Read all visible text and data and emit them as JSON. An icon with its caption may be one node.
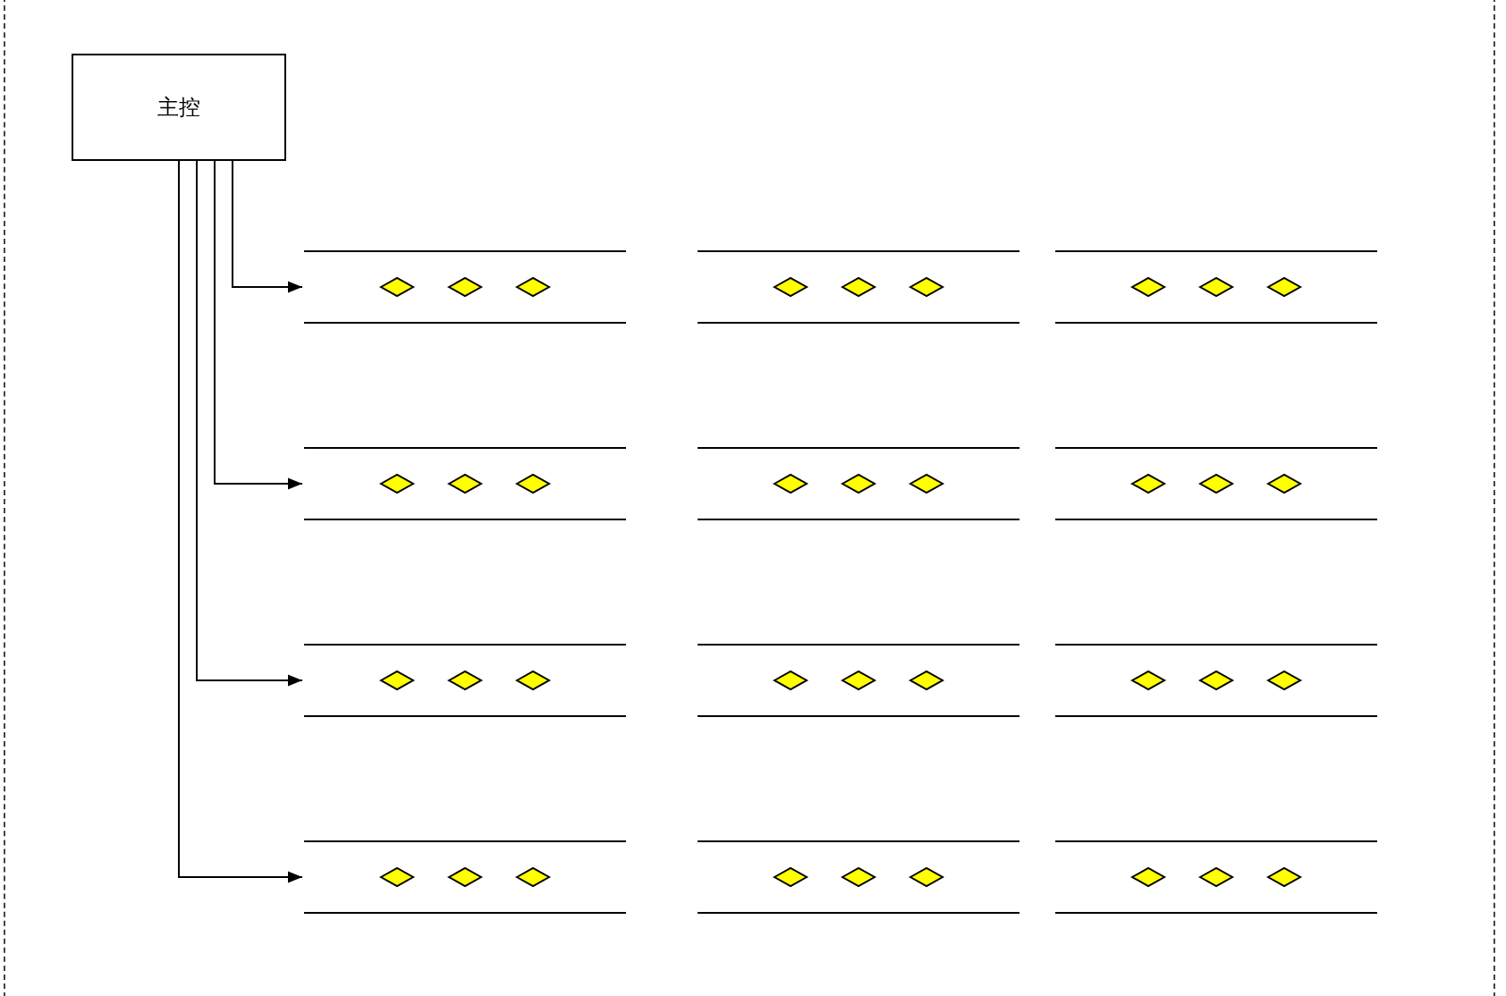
{
  "diagram": {
    "nodes": [
      {
        "text": [
          "主控"
        ]
      },
      {
        "text": [],
        "shape": "bar"
      },
      {
        "text": [],
        "shape": "bar"
      },
      {
        "text": [],
        "shape": "bar"
      },
      {
        "text": [],
        "shape": "bar"
      },
      {
        "text": [],
        "shape": "bar"
      },
      {
        "text": [],
        "shape": "bar"
      },
      {
        "text": [],
        "shape": "bar"
      },
      {
        "text": [],
        "shape": "bar"
      },
      {
        "text": [],
        "shape": "bar"
      },
      {
        "text": [],
        "shape": "bar"
      },
      {
        "text": [],
        "shape": "bar"
      },
      {
        "text": [],
        "shape": "bar"
      }
    ],
    "edges": [
      {
        "from": 0,
        "to": 1,
        "arrow": "to"
      },
      {
        "from": 0,
        "to": 4,
        "arrow": "to"
      },
      {
        "from": 0,
        "to": 7,
        "arrow": "to"
      },
      {
        "from": 0,
        "to": 10,
        "arrow": "to"
      }
    ]
  }
}
